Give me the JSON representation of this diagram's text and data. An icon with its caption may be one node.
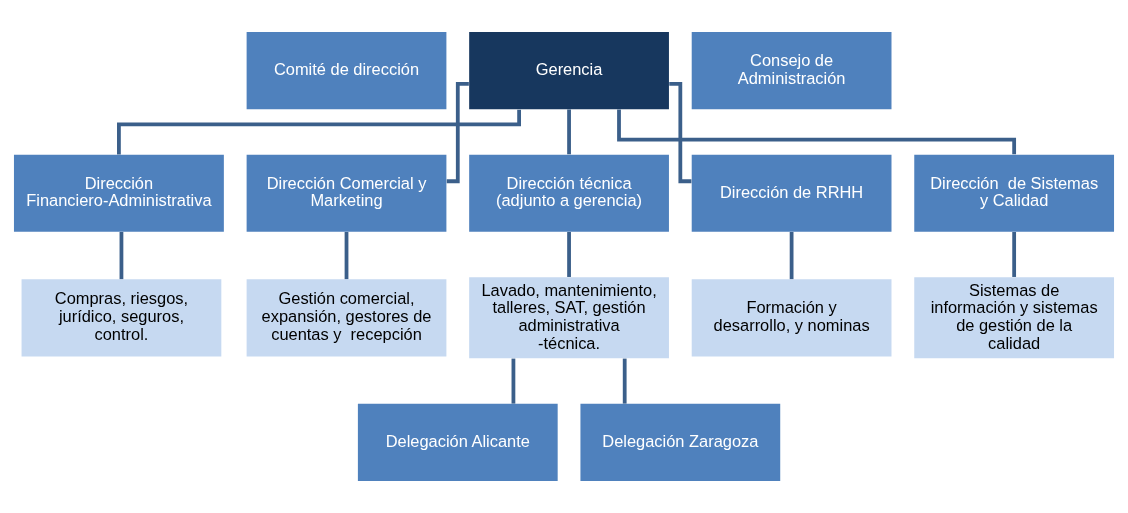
{
  "diagram": {
    "nodes": [
      {
        "text": [
          "Comité de dirección"
        ]
      },
      {
        "text": [
          "Gerencia"
        ]
      },
      {
        "text": [
          "Consejo de Administración"
        ]
      },
      {
        "text": [
          "Dirección Financiero-Administrativa"
        ]
      },
      {
        "text": [
          "Dirección Comercial y Marketing"
        ]
      },
      {
        "text": [
          "Dirección técnica (adjunto a gerencia)"
        ]
      },
      {
        "text": [
          "Dirección de RRHH"
        ]
      },
      {
        "text": [
          "Dirección  de Sistemas y Calidad"
        ]
      },
      {
        "text": [
          "Compras, riesgos, jurídico, seguros, control."
        ]
      },
      {
        "text": [
          "Gestión comercial, expansión, gestores de cuentas y  recepción"
        ]
      },
      {
        "text": [
          "Lavado, mantenimiento, talleres, SAT, gestión administrativa -técnica."
        ]
      },
      {
        "text": [
          "Formación y desarrollo, y nominas"
        ]
      },
      {
        "text": [
          "Sistemas de información y sistemas de gestión de la calidad"
        ]
      },
      {
        "text": [
          "Delegación Alicante"
        ]
      },
      {
        "text": [
          "Delegación Zaragoza"
        ]
      }
    ],
    "edges": [
      {
        "from": 1,
        "to": 3,
        "arrow": "none"
      },
      {
        "from": 1,
        "to": 4,
        "arrow": "none"
      },
      {
        "from": 1,
        "to": 5,
        "arrow": "none"
      },
      {
        "from": 1,
        "to": 6,
        "arrow": "none"
      },
      {
        "from": 1,
        "to": 7,
        "arrow": "none"
      },
      {
        "from": 3,
        "to": 8,
        "arrow": "none"
      },
      {
        "from": 4,
        "to": 9,
        "arrow": "none"
      },
      {
        "from": 5,
        "to": 10,
        "arrow": "none"
      },
      {
        "from": 6,
        "to": 11,
        "arrow": "none"
      },
      {
        "from": 7,
        "to": 12,
        "arrow": "none"
      },
      {
        "from": 10,
        "to": 13,
        "arrow": "none"
      },
      {
        "from": 10,
        "to": 14,
        "arrow": "none"
      }
    ]
  }
}
